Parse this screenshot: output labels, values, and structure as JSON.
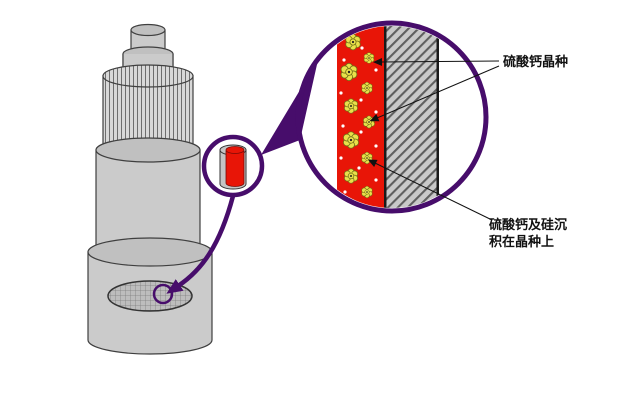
{
  "figure": {
    "labels": {
      "seed_crystal": "硫酸钙晶种",
      "deposit_line1": "硫酸钙及硅沉",
      "deposit_line2": "积在晶种上"
    },
    "colors": {
      "outline_purple": "#470d6b",
      "scale_red": "#e81507",
      "crystal_yellow": "#e9e04a",
      "metal_gray": "#cbcbcb",
      "line_black": "#111111",
      "background": "#ffffff"
    }
  }
}
